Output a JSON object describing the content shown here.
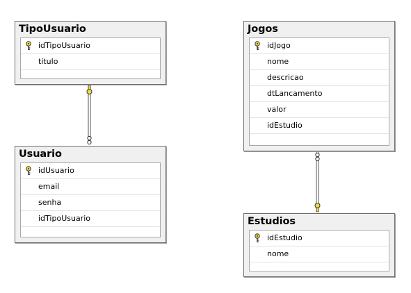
{
  "diagram": {
    "tables": [
      {
        "id": "tipousuario",
        "title": "TipoUsuario",
        "columns": [
          {
            "name": "idTipoUsuario",
            "primary_key": true
          },
          {
            "name": "titulo",
            "primary_key": false
          }
        ]
      },
      {
        "id": "usuario",
        "title": "Usuario",
        "columns": [
          {
            "name": "idUsuario",
            "primary_key": true
          },
          {
            "name": "email",
            "primary_key": false
          },
          {
            "name": "senha",
            "primary_key": false
          },
          {
            "name": "idTipoUsuario",
            "primary_key": false
          }
        ]
      },
      {
        "id": "jogos",
        "title": "Jogos",
        "columns": [
          {
            "name": "idJogo",
            "primary_key": true
          },
          {
            "name": "nome",
            "primary_key": false
          },
          {
            "name": "descricao",
            "primary_key": false
          },
          {
            "name": "dtLancamento",
            "primary_key": false
          },
          {
            "name": "valor",
            "primary_key": false
          },
          {
            "name": "idEstudio",
            "primary_key": false
          }
        ]
      },
      {
        "id": "estudios",
        "title": "Estudios",
        "columns": [
          {
            "name": "idEstudio",
            "primary_key": true
          },
          {
            "name": "nome",
            "primary_key": false
          }
        ]
      }
    ],
    "relationships": [
      {
        "from": "tipousuario",
        "to": "usuario",
        "one_end": "tipousuario",
        "many_end": "usuario"
      },
      {
        "from": "estudios",
        "to": "jogos",
        "one_end": "estudios",
        "many_end": "jogos"
      }
    ],
    "colors": {
      "table_background": "#f0f0f0",
      "table_border": "#6d6d6d",
      "key_icon": "#f0dc3c",
      "connector": "#555555"
    }
  }
}
